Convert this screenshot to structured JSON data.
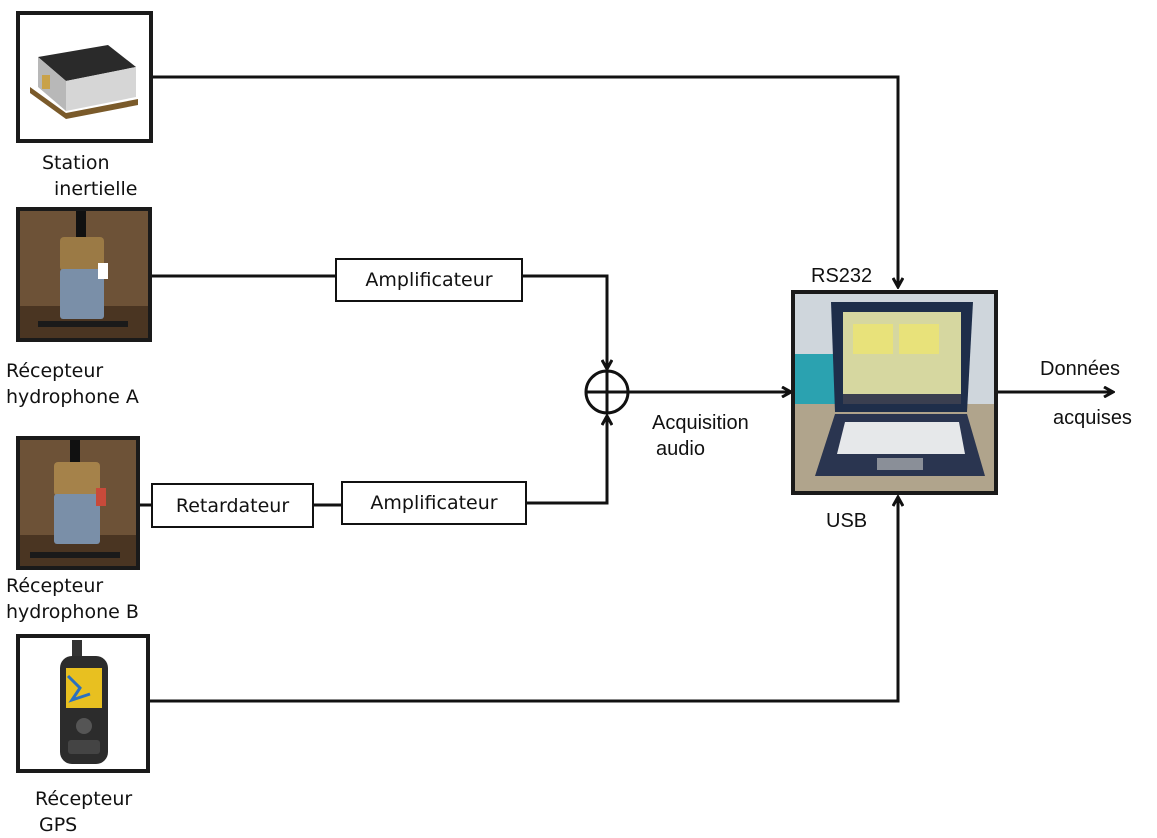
{
  "devices": {
    "imu": {
      "label_line1": "Station",
      "label_line2": "inertielle",
      "icon": "imu-box-photo"
    },
    "hydro_a": {
      "label_line1": "Récepteur",
      "label_line2": "hydrophone A",
      "tag": "A",
      "icon": "hydrophone-photo"
    },
    "hydro_b": {
      "label_line1": "Récepteur",
      "label_line2": "hydrophone B",
      "tag": "B",
      "icon": "hydrophone-photo"
    },
    "gps": {
      "label_line1": "Récepteur",
      "label_line2": "GPS",
      "icon": "gps-handheld-photo"
    },
    "laptop": {
      "icon": "rugged-laptop-photo"
    }
  },
  "blocks": {
    "amp_a": "Amplificateur",
    "delay_b": "Retardateur",
    "amp_b": "Amplificateur"
  },
  "labels": {
    "rs232": "RS232",
    "usb": "USB",
    "acquisition_line1": "Acquisition",
    "acquisition_line2": "audio",
    "output_line1": "Données",
    "output_line2": "acquises"
  },
  "colors": {
    "line": "#111111",
    "frame": "#1a1a1a"
  }
}
